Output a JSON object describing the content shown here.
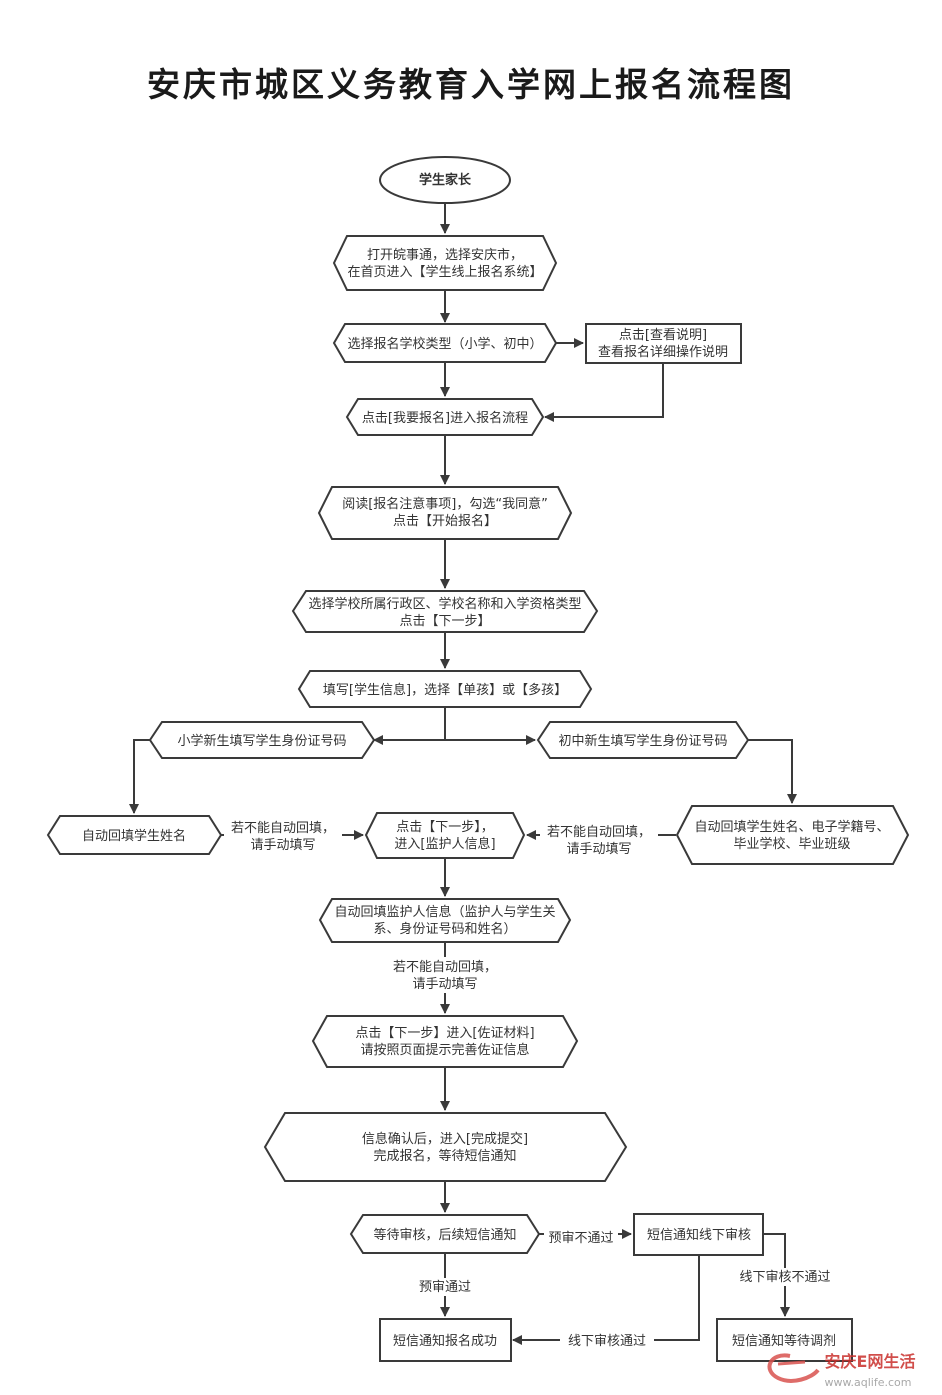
{
  "title": "安庆市城区义务教育入学网上报名流程图",
  "nodes": {
    "start": "学生家长",
    "n1": [
      "打开皖事通，选择安庆市，",
      "在首页进入【学生线上报名系统】"
    ],
    "n2": "选择报名学校类型（小学、初中）",
    "n3": [
      "点击[查看说明]",
      "查看报名详细操作说明"
    ],
    "n4": "点击[我要报名]进入报名流程",
    "n5": [
      "阅读[报名注意事项]，勾选“我同意”",
      "点击【开始报名】"
    ],
    "n6": [
      "选择学校所属行政区、学校名称和入学资格类型",
      "点击【下一步】"
    ],
    "n7": "填写[学生信息]，选择【单孩】或【多孩】",
    "n8": "小学新生填写学生身份证号码",
    "n9": "初中新生填写学生身份证号码",
    "n10": "自动回填学生姓名",
    "n11": [
      "点击【下一步】，",
      "进入[监护人信息]"
    ],
    "n12": [
      "自动回填学生姓名、电子学籍号、",
      "毕业学校、毕业班级"
    ],
    "n13": [
      "自动回填监护人信息（监护人与学生关",
      "系、身份证号码和姓名）"
    ],
    "n14": [
      "点击【下一步】进入[佐证材料]",
      "请按照页面提示完善佐证信息"
    ],
    "n15": [
      "信息确认后，进入[完成提交]",
      "完成报名，等待短信通知"
    ],
    "n16": "等待审核，后续短信通知",
    "n17": "短信通知线下审核",
    "n18": "短信通知报名成功",
    "n19": "短信通知等待调剂"
  },
  "edge_labels": {
    "left_manual": [
      "若不能自动回填，",
      "请手动填写"
    ],
    "right_manual": [
      "若不能自动回填，",
      "请手动填写"
    ],
    "guardian_manual": [
      "若不能自动回填，",
      "请手动填写"
    ],
    "pre_fail": "预审不通过",
    "pre_pass": "预审通过",
    "offline_fail": "线下审核不通过",
    "offline_pass": "线下审核通过"
  },
  "watermark": {
    "brand": "安庆E网生活",
    "url": "www.aqlife.com"
  }
}
